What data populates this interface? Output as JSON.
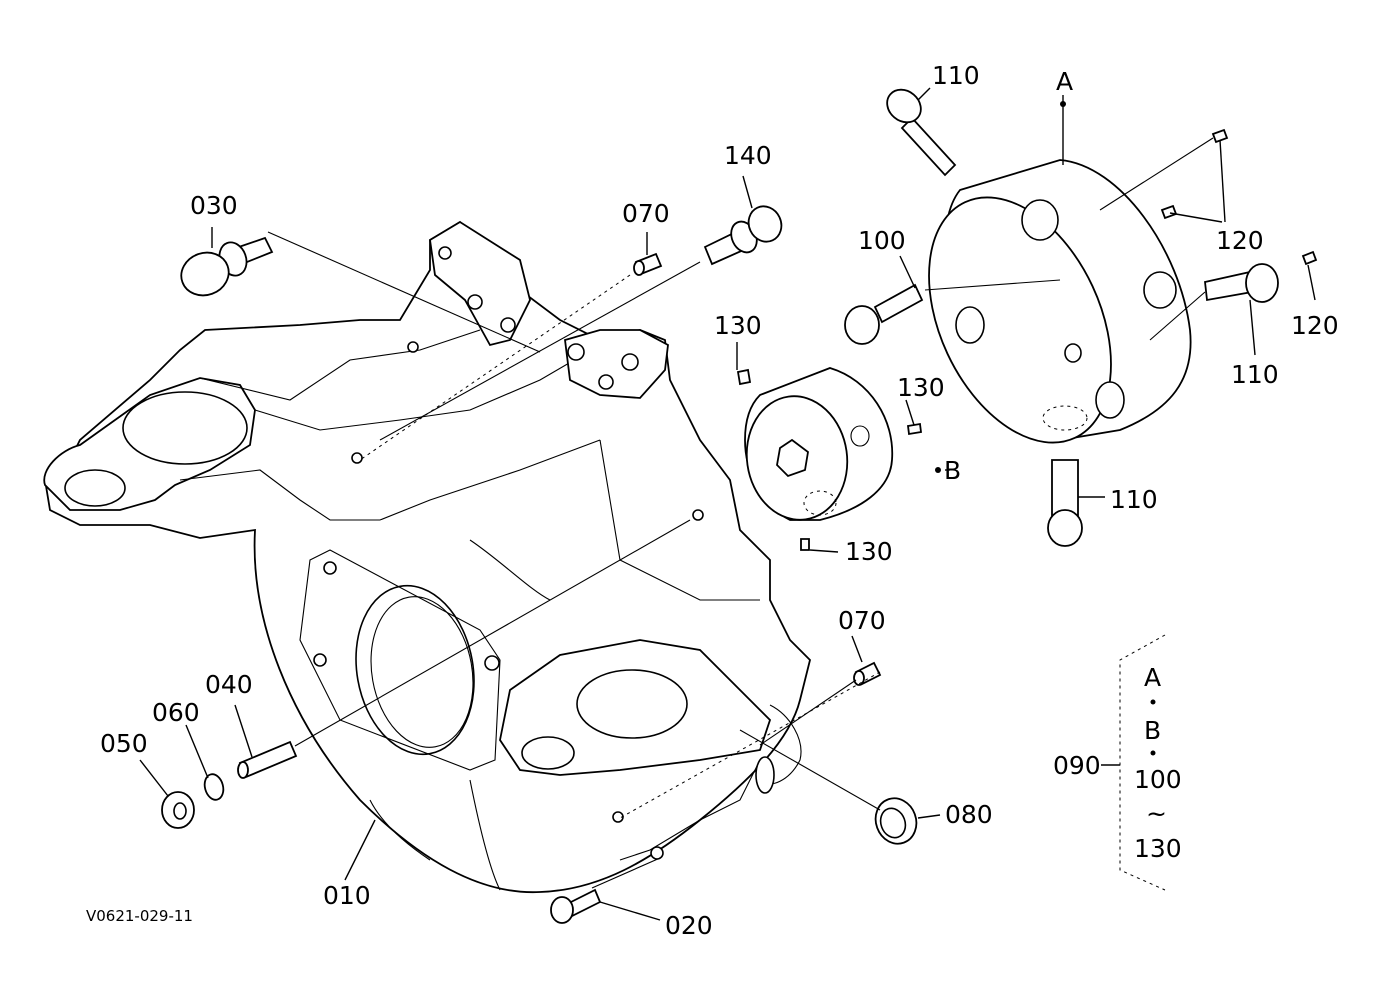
{
  "diagram": {
    "drawing_code": "V0621-029-11",
    "labels": {
      "p010": "010",
      "p020": "020",
      "p030": "030",
      "p040": "040",
      "p050": "050",
      "p060": "060",
      "p070_top": "070",
      "p070_right": "070",
      "p080": "080",
      "p090": "090",
      "p100": "100",
      "p110_top": "110",
      "p110_mid": "110",
      "p110_bottom": "110",
      "p120_left": "120",
      "p120_right": "120",
      "p130_left": "130",
      "p130_right": "130",
      "p130_bottom": "130",
      "p140": "140",
      "ref_a": "A",
      "ref_b": "B"
    },
    "kit_bracket": {
      "line1": "A",
      "line2": "B",
      "line3": "100",
      "line4": "~",
      "line5": "130"
    }
  }
}
